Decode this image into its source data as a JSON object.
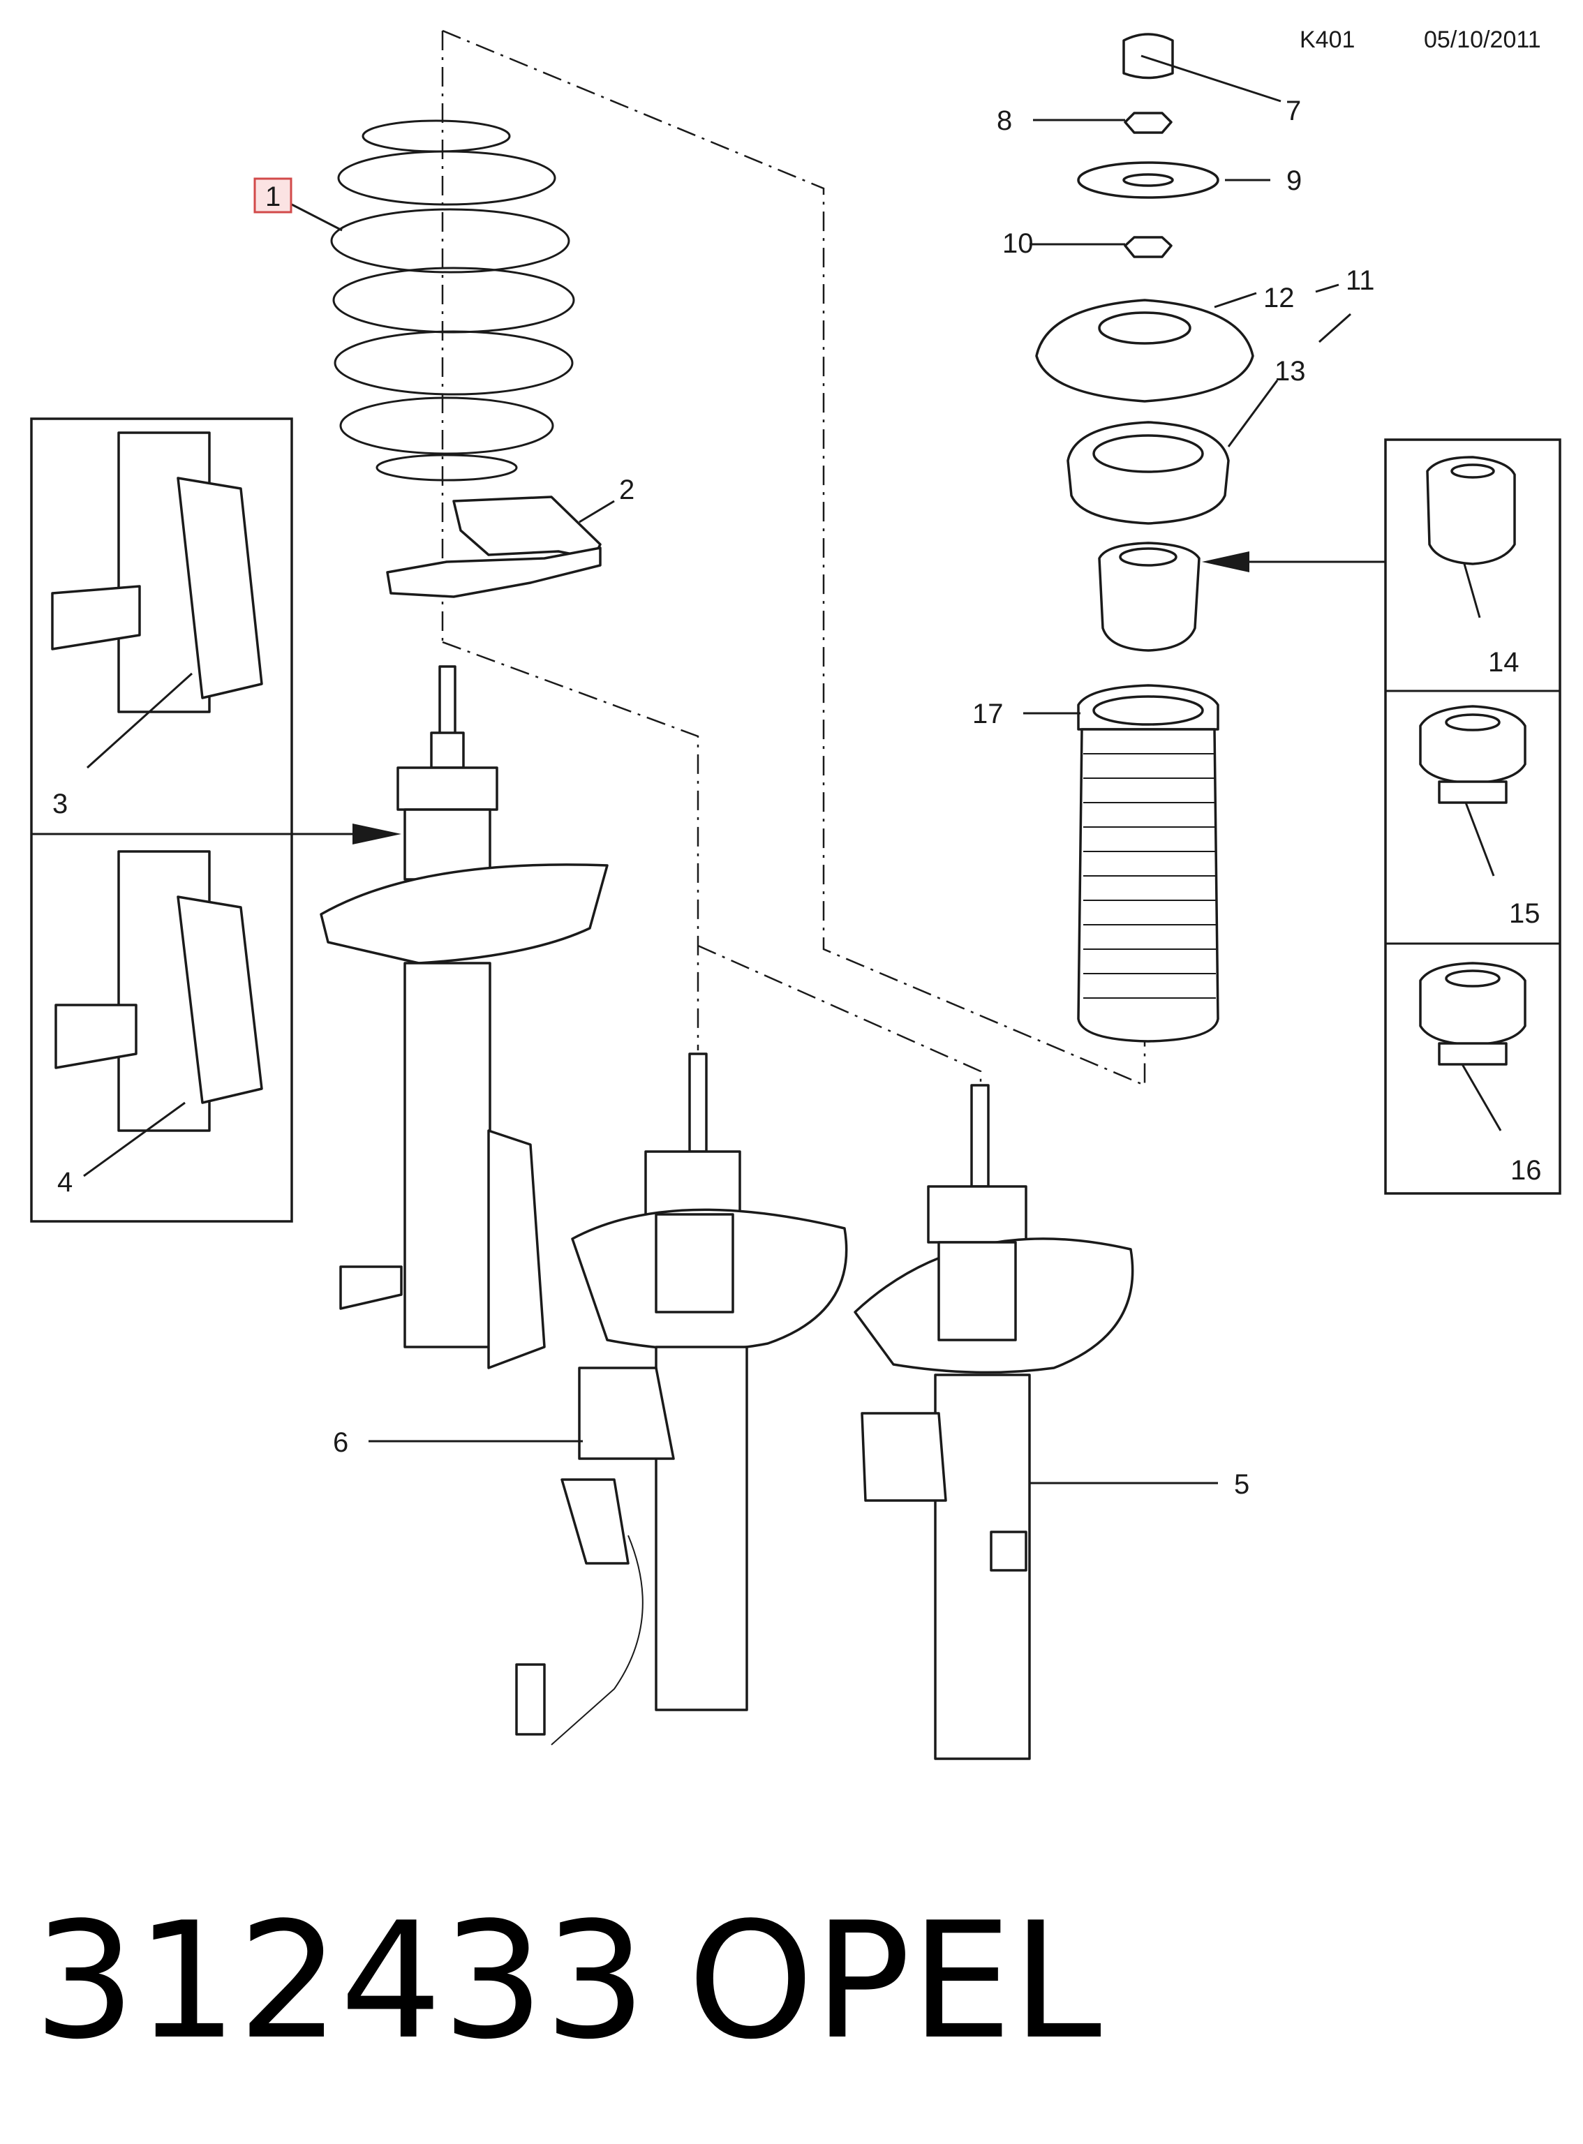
{
  "header": {
    "code": "K401",
    "date": "05/10/2011"
  },
  "callouts": {
    "c1": "1",
    "c2": "2",
    "c3": "3",
    "c4": "4",
    "c5": "5",
    "c6": "6",
    "c7": "7",
    "c8": "8",
    "c9": "9",
    "c10": "10",
    "c11": "11",
    "c12": "12",
    "c13": "13",
    "c14": "14",
    "c15": "15",
    "c16": "16",
    "c17": "17"
  },
  "footer": {
    "part_number": "312433",
    "brand": "OPEL"
  },
  "colors": {
    "line": "#1a1a1a",
    "highlight_border": "#d24a4a",
    "highlight_fill": "#fbe3e3"
  }
}
